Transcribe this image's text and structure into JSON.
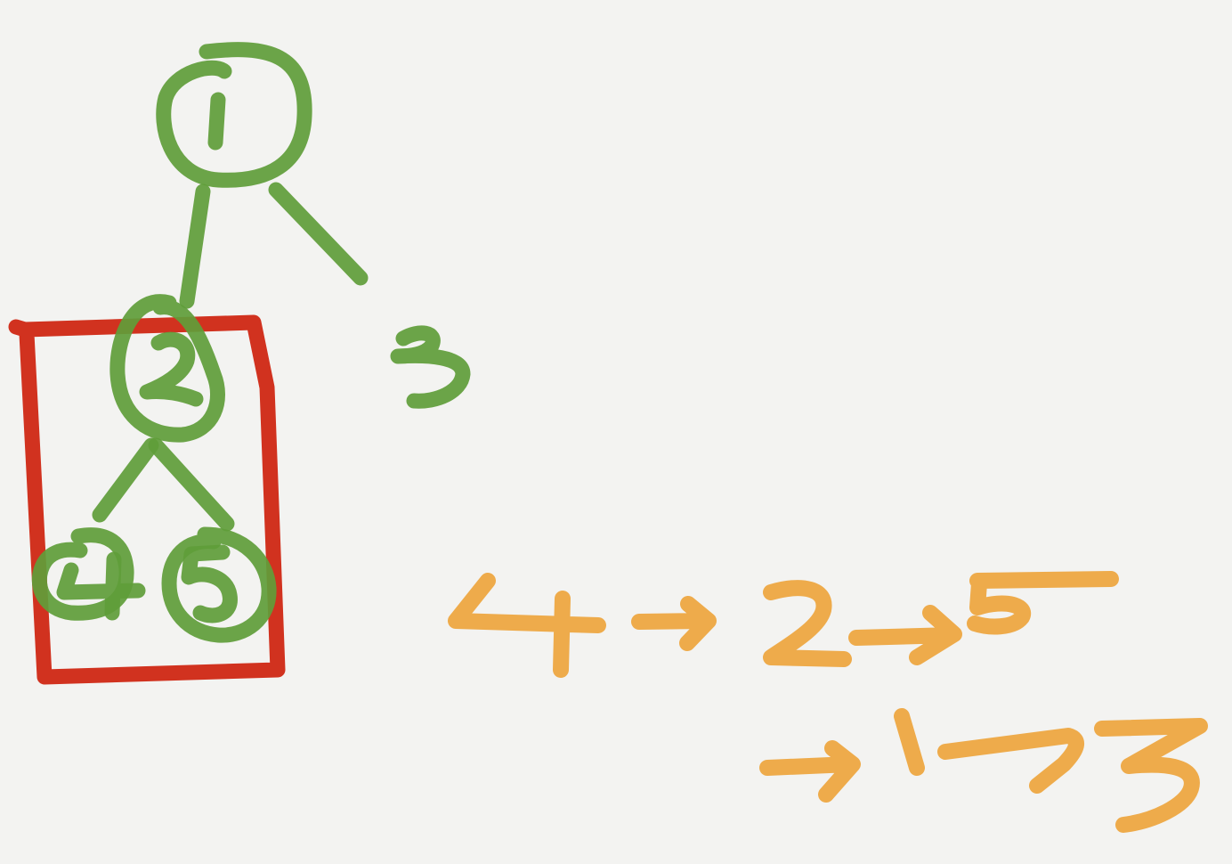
{
  "drawing": {
    "tree": {
      "nodes": [
        "1",
        "2",
        "3",
        "4",
        "5"
      ],
      "edges": [
        [
          "1",
          "2"
        ],
        [
          "1",
          "3"
        ],
        [
          "2",
          "4"
        ],
        [
          "2",
          "5"
        ]
      ],
      "highlighted_subtree_root": "2"
    },
    "traversal": {
      "sequence": [
        "4",
        "2",
        "5",
        "1",
        "3"
      ]
    },
    "colors": {
      "tree": "#5f9d3a",
      "highlight_box": "#d1321f",
      "traversal": "#eda033",
      "background": "#f3f3f1"
    }
  }
}
